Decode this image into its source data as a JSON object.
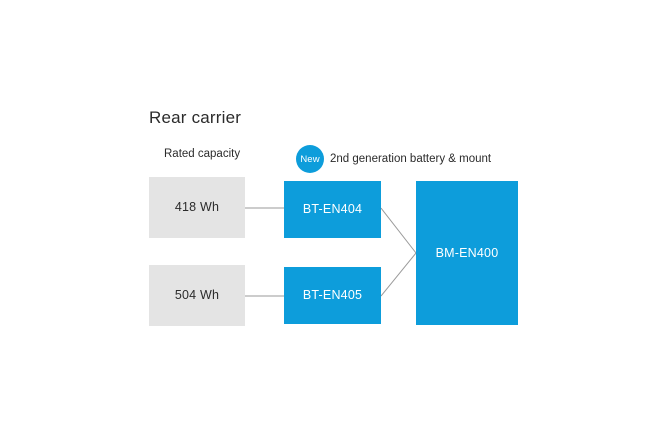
{
  "diagram": {
    "title": "Rear carrier",
    "columns": {
      "capacity_header": "Rated capacity",
      "legend": {
        "badge_label": "New",
        "text": "2nd generation battery & mount"
      }
    },
    "colors": {
      "accent_blue": "#0d9ddb",
      "capacity_gray": "#e4e4e4",
      "text_dark": "#2b2b2b",
      "connector_gray": "#9a9a9a",
      "background": "#ffffff"
    },
    "nodes": {
      "capacity_1": "418 Wh",
      "capacity_2": "504 Wh",
      "battery_1": "BT-EN404",
      "battery_2": "BT-EN405",
      "mount": "BM-EN400"
    }
  }
}
